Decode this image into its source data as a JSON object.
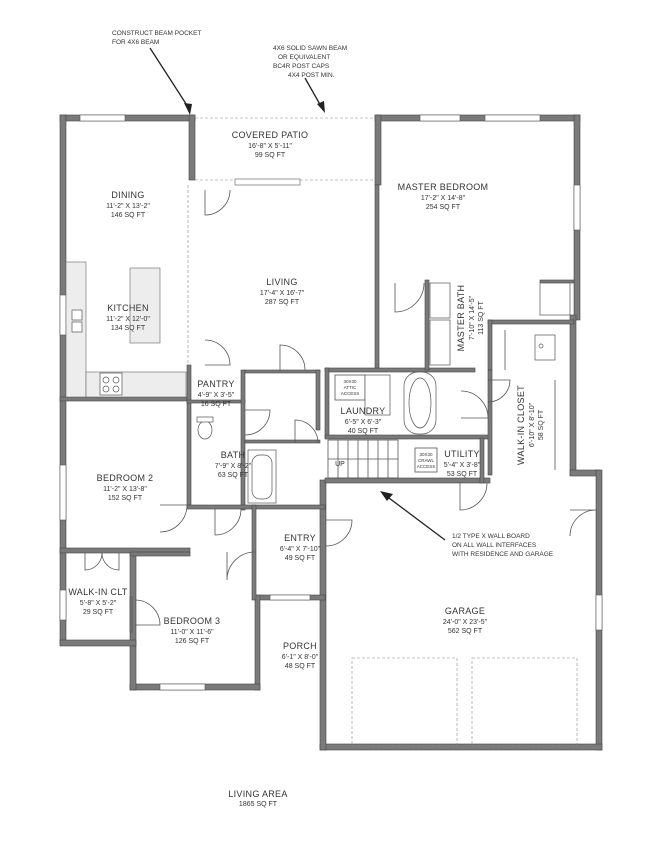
{
  "notes": {
    "beam_pocket": [
      "CONSTRUCT BEAM POCKET",
      "FOR 4X6 BEAM"
    ],
    "solid_beam": [
      "4X6 SOLID SAWN BEAM",
      "OR EQUIVALENT",
      "BC4R POST CAPS",
      "4X4 POST MIN."
    ],
    "wall_board": [
      "1/2 TYPE X WALL BOARD",
      "ON ALL WALL INTERFACES",
      "WITH RESIDENCE AND GARAGE"
    ],
    "attic_access": [
      "30X30",
      "ATTIC",
      "ACCESS"
    ],
    "crawl_access": [
      "30X30",
      "CRAWL",
      "ACCESS"
    ],
    "stair_up": "UP"
  },
  "rooms": {
    "covered_patio": {
      "name": "COVERED PATIO",
      "dims": "16'-8\" X 5'-11\"",
      "area": "99 SQ FT"
    },
    "dining": {
      "name": "DINING",
      "dims": "11'-2\" X 13'-2\"",
      "area": "146 SQ FT"
    },
    "master_bedroom": {
      "name": "MASTER BEDROOM",
      "dims": "17'-2\" X 14'-8\"",
      "area": "254 SQ FT"
    },
    "living": {
      "name": "LIVING",
      "dims": "17'-4\" X 16'-7\"",
      "area": "287 SQ FT"
    },
    "kitchen": {
      "name": "KITCHEN",
      "dims": "11'-2\" X 12'-0\"",
      "area": "134 SQ FT"
    },
    "master_bath": {
      "name": "MASTER BATH",
      "dims": "7'-10\" X 14'-5\"",
      "area": "113 SQ FT"
    },
    "pantry": {
      "name": "PANTRY",
      "dims": "4'-9\" X 3'-5\"",
      "area": "16 SQ FT"
    },
    "laundry": {
      "name": "LAUNDRY",
      "dims": "6'-5\" X 6'-3\"",
      "area": "40 SQ FT"
    },
    "walkin_closet": {
      "name": "WALK-IN CLOSET",
      "dims": "6'-10\" X 8'-10\"",
      "area": "58 SQ FT"
    },
    "bath": {
      "name": "BATH",
      "dims": "7'-9\" X 8'-2\"",
      "area": "63 SQ FT"
    },
    "utility": {
      "name": "UTILITY",
      "dims": "5'-4\" X 3'-8\"",
      "area": "53 SQ FT"
    },
    "bedroom2": {
      "name": "BEDROOM 2",
      "dims": "11'-2\" X 13'-8\"",
      "area": "152 SQ FT"
    },
    "entry": {
      "name": "ENTRY",
      "dims": "6'-4\" X 7'-10\"",
      "area": "49 SQ FT"
    },
    "walkin_clt": {
      "name": "WALK-IN CLT",
      "dims": "5'-8\" X 5'-2\"",
      "area": "29 SQ FT"
    },
    "bedroom3": {
      "name": "BEDROOM 3",
      "dims": "11'-0\" X 11'-6\"",
      "area": "126 SQ FT"
    },
    "garage": {
      "name": "GARAGE",
      "dims": "24'-0\" X 23'-5\"",
      "area": "562 SQ FT"
    },
    "porch": {
      "name": "PORCH",
      "dims": "6'-1\" X 8'-0\"",
      "area": "48 SQ FT"
    }
  },
  "summary": {
    "label": "LIVING AREA",
    "area": "1865 SQ FT"
  }
}
